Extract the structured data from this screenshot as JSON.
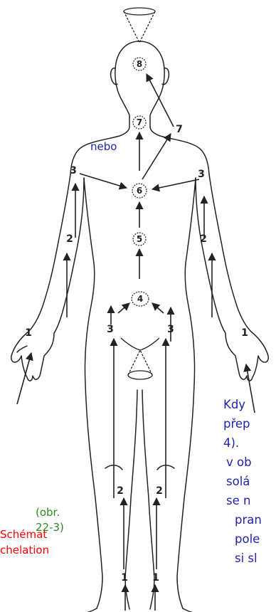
{
  "colors": {
    "label_blue": "#1f1fa8",
    "caption_green": "#2e8b22",
    "scheme_red": "#ff0000",
    "text_blue": "#2222aa",
    "ink": "#222222"
  },
  "diagram": {
    "nodes": [
      {
        "id": "n8",
        "label": "8"
      },
      {
        "id": "n7",
        "label": "7"
      },
      {
        "id": "n6",
        "label": "6"
      },
      {
        "id": "n5",
        "label": "5"
      },
      {
        "id": "n4",
        "label": "4"
      }
    ],
    "edge_labels": [
      {
        "id": "neck-right",
        "label": "7"
      },
      {
        "id": "arm-left-upper",
        "label": "3"
      },
      {
        "id": "arm-left-mid",
        "label": "2"
      },
      {
        "id": "hand-left",
        "label": "1"
      },
      {
        "id": "arm-right-upper",
        "label": "3"
      },
      {
        "id": "arm-right-mid",
        "label": "2"
      },
      {
        "id": "hand-right",
        "label": "1"
      },
      {
        "id": "hip-left",
        "label": "3"
      },
      {
        "id": "hip-right",
        "label": "3"
      },
      {
        "id": "knee-left",
        "label": "2"
      },
      {
        "id": "knee-right",
        "label": "2"
      },
      {
        "id": "foot-left",
        "label": "1"
      },
      {
        "id": "foot-right",
        "label": "1"
      }
    ],
    "alt_label": "nebo"
  },
  "caption": {
    "fig_ref": "(obr. 22-3)",
    "scheme": "Schémat chelation"
  },
  "text": {
    "lines": [
      "Kdy",
      "přep",
      "4).",
      "v ob",
      "solá",
      "se n",
      "pran",
      "pole",
      "si sl"
    ]
  }
}
